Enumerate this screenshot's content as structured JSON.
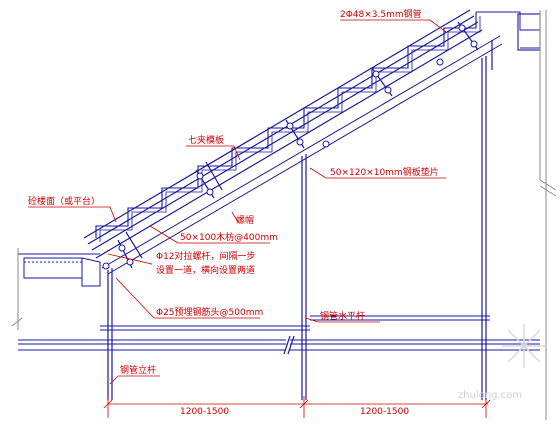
{
  "labels": {
    "steel_tube": "2Φ48×3.5mm钢管",
    "plywood": "七夹模板",
    "steel_pad": "50×120×10mm钢板垫片",
    "floor_surface": "砼楼面（或平台）",
    "nut": "螺帽",
    "timber_purlin": "50×100木枋@400mm",
    "tie_bolt_line1": "Φ12对拉螺杆，间隔一步",
    "tie_bolt_line2": "设置一道，横向设置两道",
    "embedded_rebar": "Φ25预埋钢筋头@500mm",
    "horizontal_tube": "钢管水平杆",
    "vertical_tube": "钢管立杆"
  },
  "dimensions": [
    "1200-1500",
    "1200-1500"
  ],
  "watermark": "zhulong.com",
  "colors": {
    "structure": "#1a1aa0",
    "annotation": "#cc0000",
    "grey": "#8a8a8a"
  }
}
